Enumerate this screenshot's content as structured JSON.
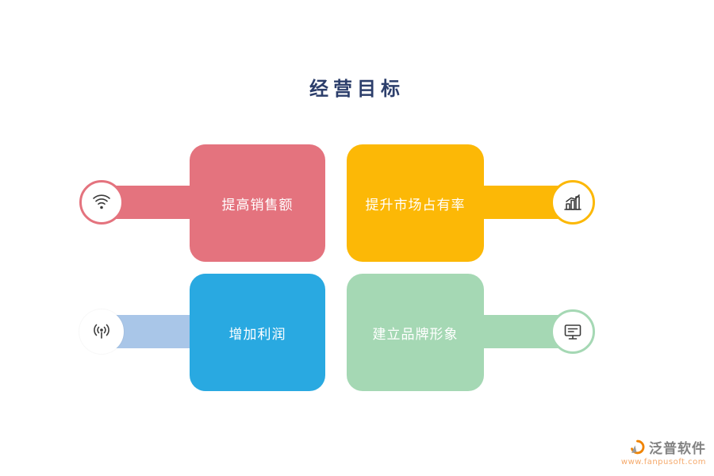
{
  "title": "经营目标",
  "goals": [
    {
      "label": "提高销售额",
      "icon": "wifi-icon",
      "side": "left"
    },
    {
      "label": "提升市场占有率",
      "icon": "bar-chart-icon",
      "side": "right"
    },
    {
      "label": "增加利润",
      "icon": "broadcast-icon",
      "side": "left"
    },
    {
      "label": "建立品牌形象",
      "icon": "monitor-icon",
      "side": "right"
    }
  ],
  "branding": {
    "logo_text": "泛普软件",
    "website": "www.fanpusoft.com"
  },
  "colors": {
    "pink": "#E4737E",
    "orange": "#FCB806",
    "blue": "#29A9E1",
    "lightblue": "#A9C6E8",
    "green": "#A5D8B4",
    "title-color": "#2C3E6B",
    "icon-stroke": "#3C3C3C",
    "logo-gray": "#828282",
    "url-orange": "#F5A96B"
  }
}
